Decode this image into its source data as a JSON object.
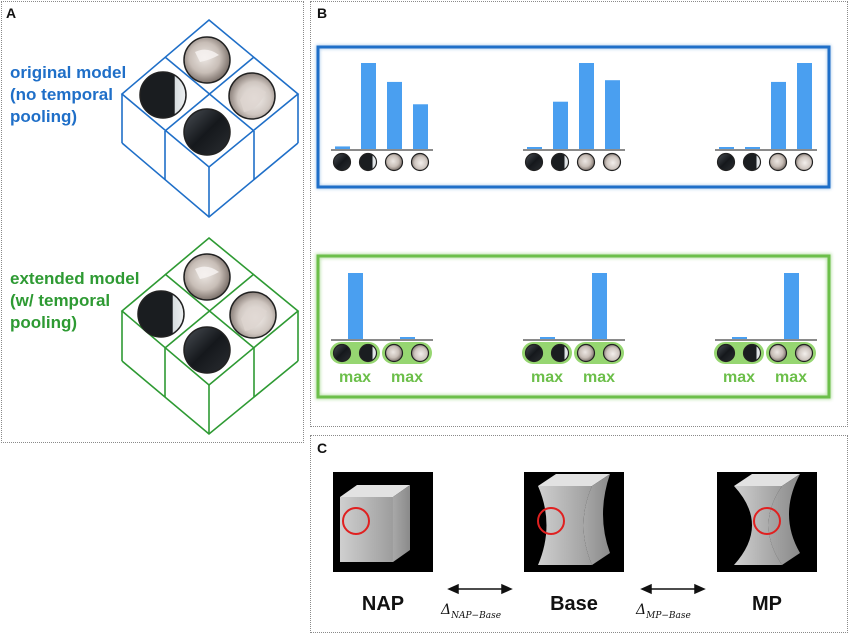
{
  "panels": {
    "a": {
      "label": "A"
    },
    "b": {
      "label": "B"
    },
    "c": {
      "label": "C"
    }
  },
  "panel_a": {
    "original": {
      "line1": "original model",
      "line2": "(no temporal",
      "line3": "pooling)"
    },
    "extended": {
      "line1": "extended model",
      "line2": "(w/ temporal",
      "line3": "pooling)"
    }
  },
  "panel_b": {
    "original_bars": [
      [
        0.03,
        1.0,
        0.78,
        0.52
      ],
      [
        0.02,
        0.55,
        1.0,
        0.8
      ],
      [
        0.02,
        0.02,
        0.78,
        1.0
      ]
    ],
    "extended_bars": [
      [
        1.0,
        0.03
      ],
      [
        0.03,
        1.0
      ],
      [
        0.03,
        1.0
      ]
    ],
    "pool_label": "max"
  },
  "panel_c": {
    "labels": {
      "nap": "NAP",
      "base": "Base",
      "mp": "MP"
    },
    "delta1": {
      "symbol": "Δ",
      "sub": "NAP−Base"
    },
    "delta2": {
      "symbol": "Δ",
      "sub": "MP−Base"
    }
  },
  "colors": {
    "blue": "#1f6fc8",
    "green": "#2e9a33",
    "bar": "#4a9ff0",
    "red": "#e02020"
  }
}
